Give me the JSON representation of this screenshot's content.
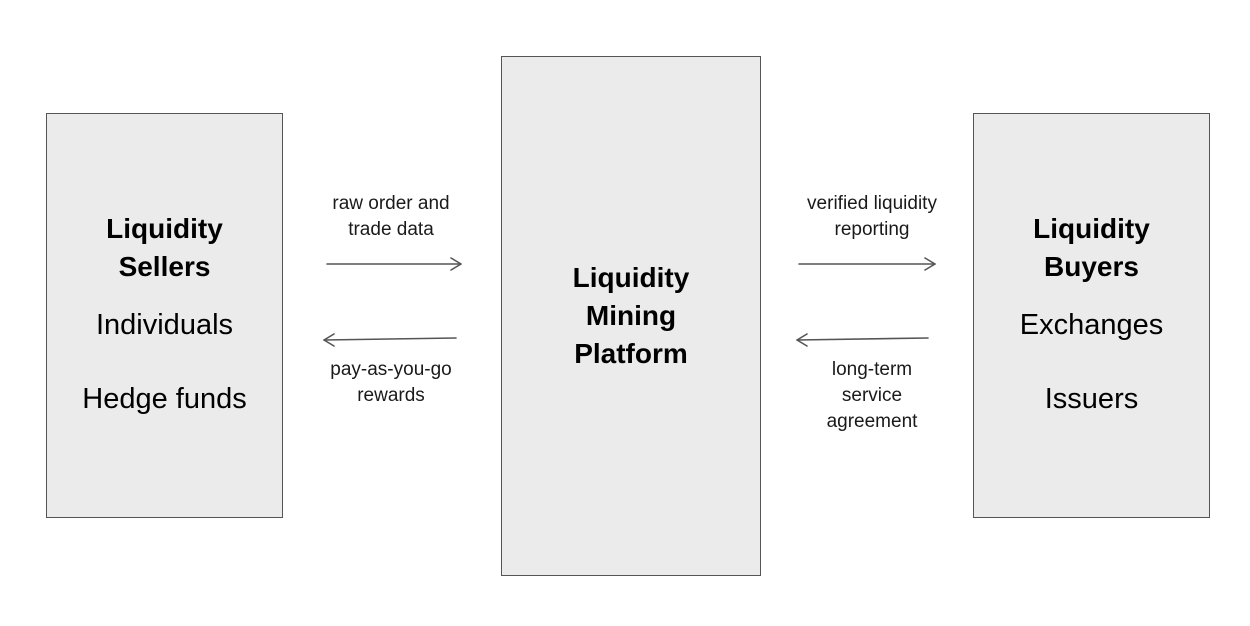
{
  "sellers": {
    "title_lines": [
      "Liquidity",
      "Sellers"
    ],
    "items": [
      "Individuals",
      "Hedge funds"
    ]
  },
  "platform": {
    "title_lines": [
      "Liquidity",
      "Mining",
      "Platform"
    ]
  },
  "buyers": {
    "title_lines": [
      "Liquidity",
      "Buyers"
    ],
    "items": [
      "Exchanges",
      "Issuers"
    ]
  },
  "flows": {
    "sellers_to_platform": [
      "raw order and",
      "trade data"
    ],
    "platform_to_sellers": [
      "pay-as-you-go",
      "rewards"
    ],
    "platform_to_buyers": [
      "verified liquidity",
      "reporting"
    ],
    "buyers_to_platform": [
      "long-term",
      "service",
      "agreement"
    ]
  },
  "colors": {
    "box_fill": "#ebebeb",
    "box_border": "#555555",
    "arrow": "#555555"
  }
}
